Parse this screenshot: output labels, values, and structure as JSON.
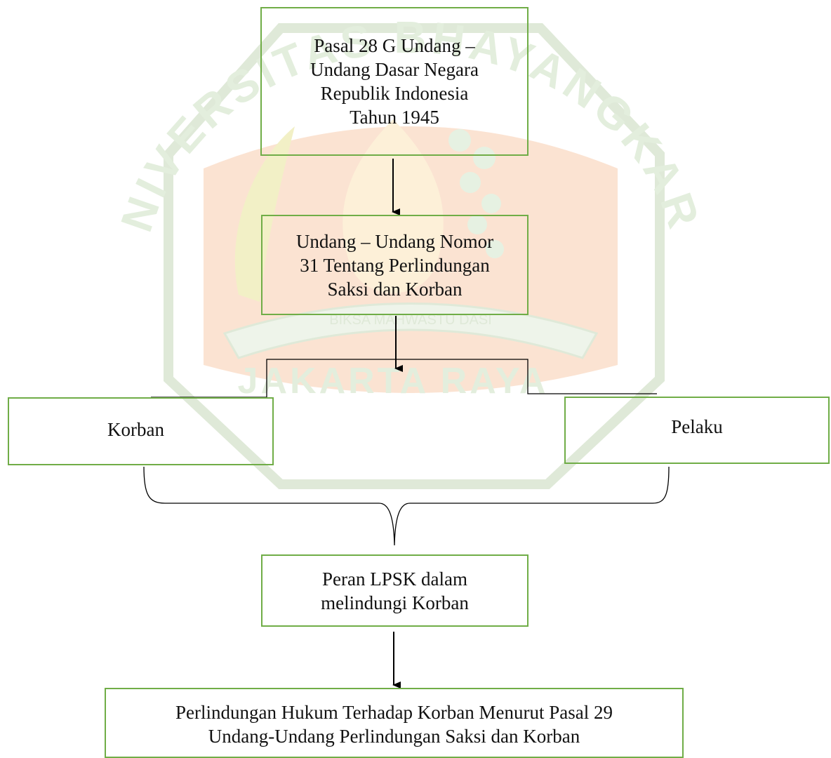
{
  "watermark": {
    "arc_text": "UNIVERSITAS BHAYANGKARA",
    "motto": "BIKSA MAHWASTU DASI",
    "city_text": "JAKARTA RAYA",
    "colors": {
      "seal_orange": "#fbe3d2",
      "seal_green": "#d4eccb",
      "ring": "#dfe9d8",
      "text_green": "#e3eedd"
    }
  },
  "diagram": {
    "box_border_color": "#70ad47",
    "nodes": {
      "pasal28g": "Pasal 28 G Undang –\nUndang Dasar Negara\nRepublik Indonesia\nTahun 1945",
      "uu31": "Undang – Undang Nomor\n31 Tentang Perlindungan\nSaksi dan Korban",
      "korban": "Korban",
      "pelaku": "Pelaku",
      "peran_lpsk": "Peran LPSK dalam\nmelindungi Korban",
      "perlindungan_hukum": "Perlindungan Hukum Terhadap Korban Menurut Pasal 29\nUndang-Undang Perlindungan Saksi dan Korban"
    },
    "edges": [
      {
        "from": "pasal28g",
        "to": "uu31",
        "type": "arrow"
      },
      {
        "from": "uu31",
        "to": [
          "korban",
          "pelaku"
        ],
        "type": "arrow-split"
      },
      {
        "from": [
          "korban",
          "pelaku"
        ],
        "to": "peran_lpsk",
        "type": "brace"
      },
      {
        "from": "peran_lpsk",
        "to": "perlindungan_hukum",
        "type": "arrow"
      }
    ]
  }
}
